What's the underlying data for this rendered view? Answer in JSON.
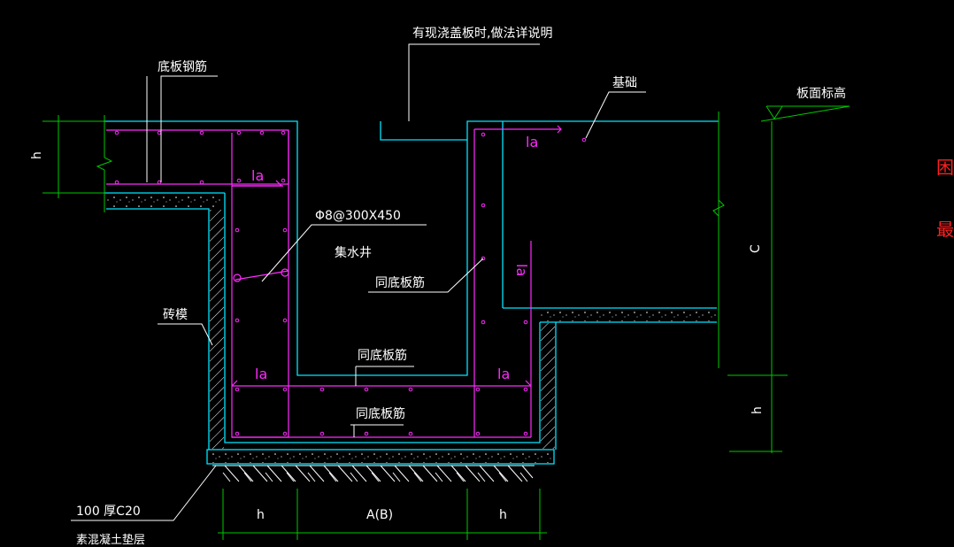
{
  "colors": {
    "background": "#000000",
    "concrete_outline": "#00e5ff",
    "rebar": "#ff2bff",
    "dimension": "#00c800",
    "leader": "#ffffff",
    "annotation_red": "#ff2020"
  },
  "labels": {
    "bottom_slab_rebar": "底板钢筋",
    "cover_plate_note": "有现浇盖板时,做法详说明",
    "foundation": "基础",
    "slab_top_elevation": "板面标高",
    "stirrup_spec": "Φ8@300X450",
    "sump_pit": "集水井",
    "same_as_bottom_rebar_right": "同底板筋",
    "same_as_bottom_rebar_mid": "同底板筋",
    "same_as_bottom_rebar_low": "同底板筋",
    "brick_formwork": "砖模",
    "bedding_thickness": "100 厚C20",
    "bedding_material": "素混凝土垫层",
    "anchorage_la_top": "la",
    "anchorage_la_right_top": "la",
    "anchorage_la_right_vertical": "la",
    "anchorage_la_bottom_left": "la",
    "anchorage_la_bottom_right": "la",
    "red_char_1": "困",
    "red_char_2": "最"
  },
  "dimensions": {
    "h_left_vertical": "h",
    "c_right_vertical": "C",
    "h_right_vertical": "h",
    "h_bottom_left": "h",
    "ab_bottom_middle": "A(B)",
    "h_bottom_right": "h"
  }
}
